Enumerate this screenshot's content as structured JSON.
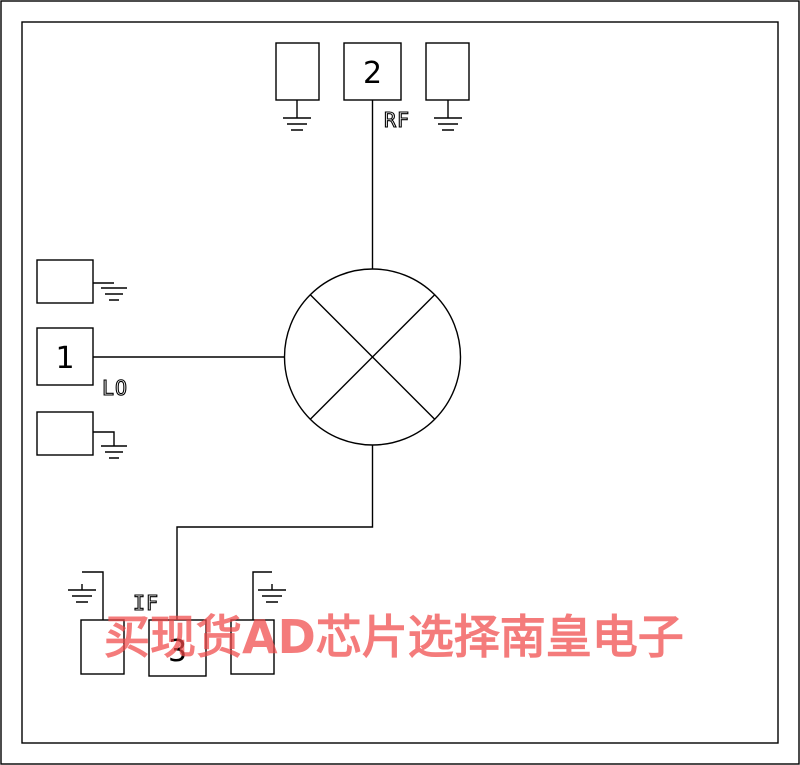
{
  "pins": {
    "lo": {
      "number": "1",
      "label": "LO"
    },
    "rf": {
      "number": "2",
      "label": "RF"
    },
    "if": {
      "number": "3",
      "label": "IF"
    }
  },
  "watermark": "买现货AD芯片选择南皇电子"
}
